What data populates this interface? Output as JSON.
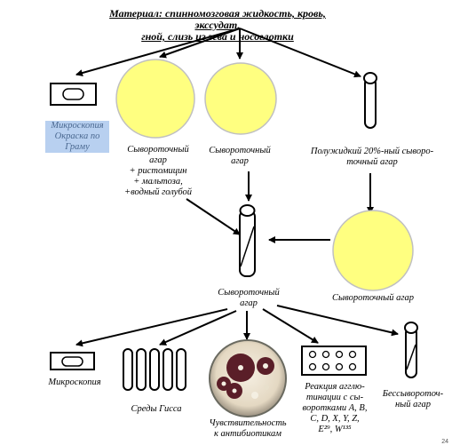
{
  "title_line1": "Материал: спинномозговая жидкость, кровь, экссудат,",
  "title_line2": "гной, слизь из зева и носоглотки",
  "labels": {
    "microscopy_gram": "Микроскопия\nОкраска по\nГраму",
    "serum_agar_ristomycin": "Сывороточный\nагар\n+ ристомицин\n+ мальтоза,\n+водный голубой",
    "serum_agar_top": "Сывороточный\nагар",
    "semi_liquid": "Полужидкий 20%-ный сыворо-\nточный агар",
    "serum_agar_right": "Сывороточный агар",
    "serum_agar_center": "Сывороточный\nагар",
    "microscopy": "Микроскопия",
    "hiss_media": "Среды Гисса",
    "sensitivity": "Чувствительность\nк антибиотикам",
    "agglutination": "Реакция агглю-\nтинации с сы-\nворотками A, B,\nC, D, X, Y, Z,\nE²⁹, W¹³⁵",
    "serum_free": "Бессывороточ-\nный агар"
  },
  "colors": {
    "petri_fill": "#ffff80",
    "petri_stroke": "#c0c0c0",
    "highlight": "#b8d0f0",
    "disc_dish_bg": "#ece4d4",
    "colony": "#5a1e28"
  },
  "page_number": "24"
}
